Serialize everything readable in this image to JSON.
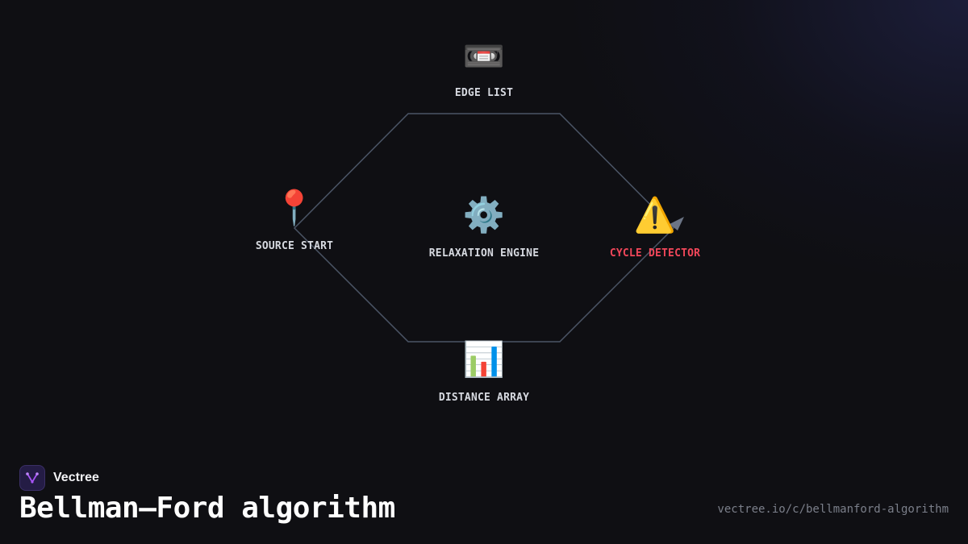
{
  "brand": {
    "name": "Vectree",
    "logo_icon": "vectree-logo-icon",
    "logo_color": "#a855f7"
  },
  "title": "Bellman–Ford algorithm",
  "url": "vectree.io/c/bellmanford-algorithm",
  "colors": {
    "background": "#0f0f13",
    "edge": "#4b5566",
    "label": "#d6d9e0",
    "danger": "#f2475a"
  },
  "nodes": {
    "edge_list": {
      "icon": "📼",
      "icon_name": "videocassette-icon",
      "label": "EDGE LIST"
    },
    "source_start": {
      "icon": "📍",
      "icon_name": "pushpin-icon",
      "label": "SOURCE START"
    },
    "relaxation_engine": {
      "icon": "⚙️",
      "icon_name": "gear-icon",
      "label": "RELAXATION ENGINE"
    },
    "cycle_detector": {
      "icon": "⚠️",
      "icon_name": "warning-icon",
      "label": "CYCLE DETECTOR",
      "status": "danger"
    },
    "distance_array": {
      "icon": "📊",
      "icon_name": "bar-chart-icon",
      "label": "DISTANCE ARRAY"
    }
  }
}
